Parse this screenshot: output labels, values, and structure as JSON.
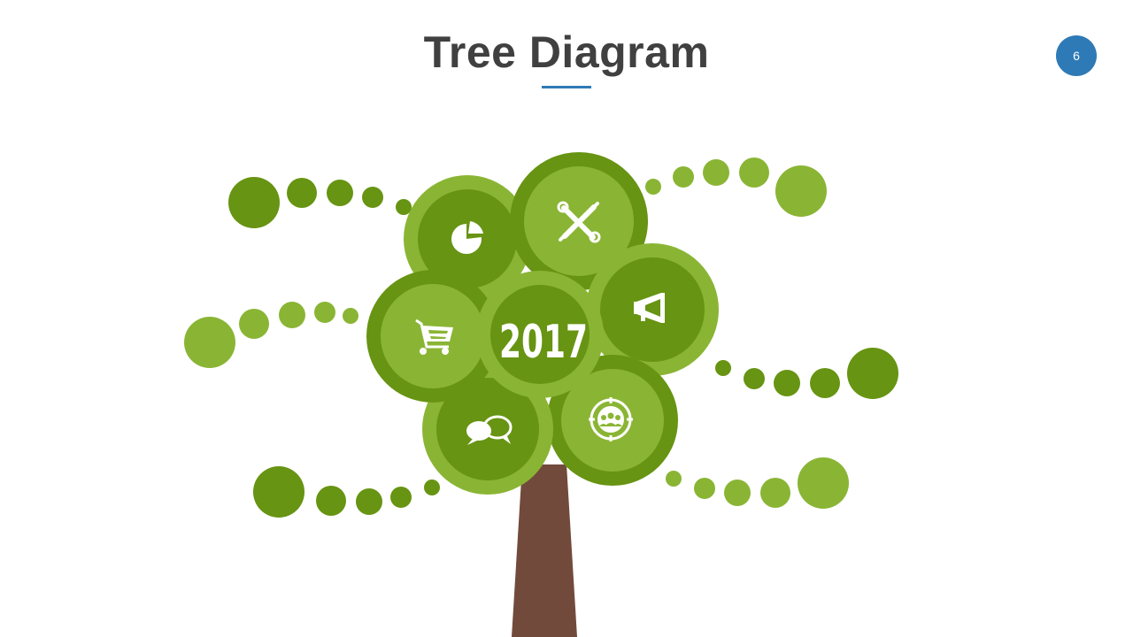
{
  "slide": {
    "title": "Tree Diagram",
    "page_number": "6"
  },
  "diagram": {
    "center_label": "2017",
    "icons": [
      "pie-chart-icon",
      "tools-icon",
      "megaphone-icon",
      "target-team-icon",
      "chat-bubbles-icon",
      "shopping-cart-icon"
    ]
  },
  "colors": {
    "title_text": "#404040",
    "accent_blue": "#2e7ab6",
    "dark_green": "#679412",
    "light_green": "#8ab534",
    "trunk_brown": "#724a3c",
    "white": "#ffffff"
  }
}
